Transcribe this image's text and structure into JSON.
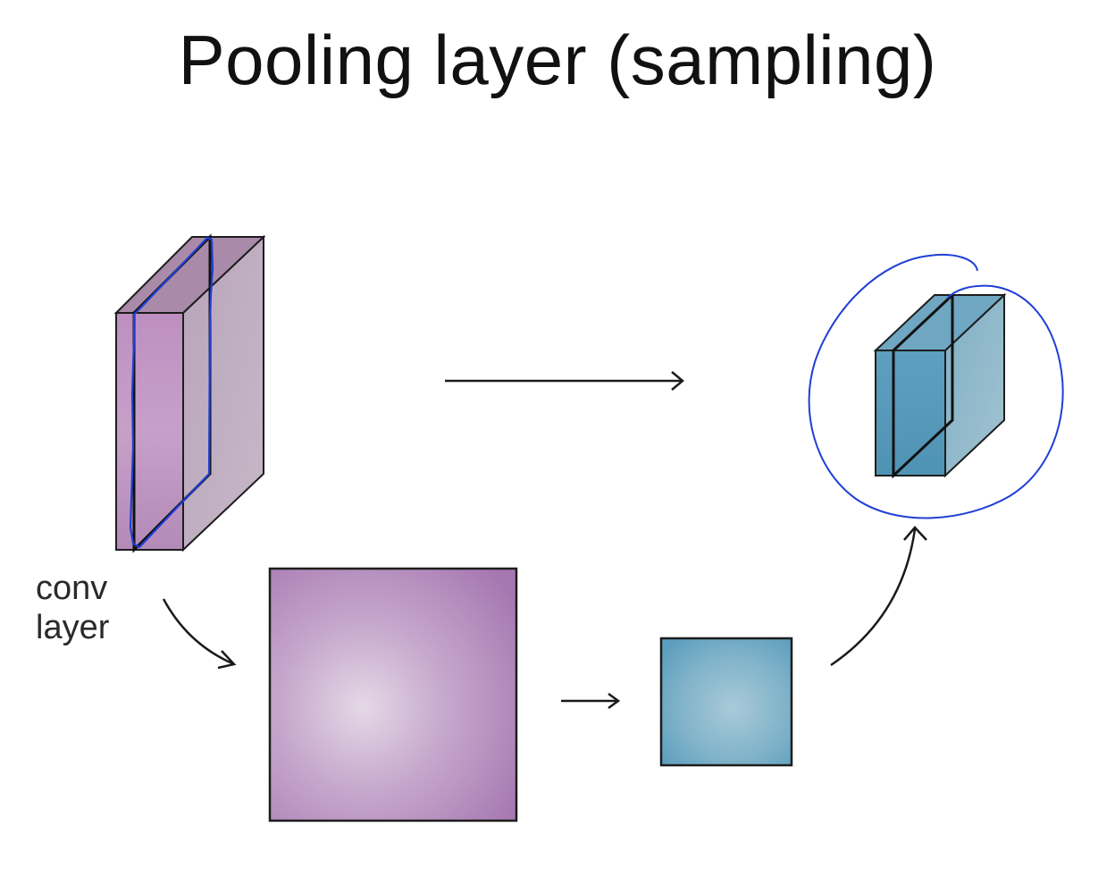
{
  "title": "Pooling layer (sampling)",
  "labels": {
    "conv_line1": "conv",
    "conv_line2": "layer"
  },
  "colors": {
    "purple_fill": "#b48ab8",
    "purple_light": "#c9b3cc",
    "teal_fill": "#5b9cbb",
    "teal_light": "#9fc4d3",
    "outline": "#1d1d1d",
    "annotation_blue": "#1f3fd6"
  },
  "icons": {
    "flow_arrows": "arrow-right",
    "curved_arrows": "curved-arrow"
  }
}
